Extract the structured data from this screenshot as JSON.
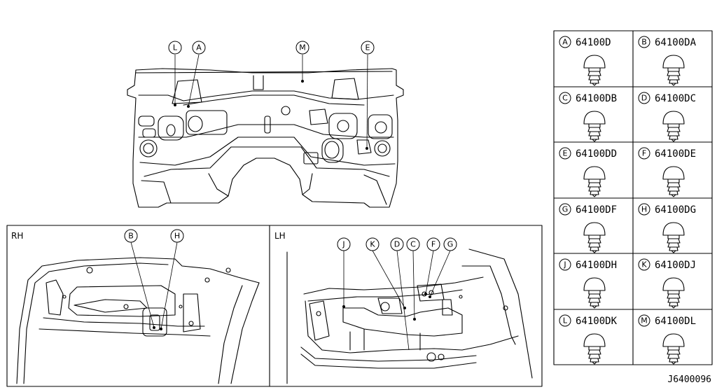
{
  "diagram": {
    "code": "J6400096",
    "panels": {
      "rh": "RH",
      "lh": "LH"
    },
    "callouts": {
      "top": [
        "L",
        "A",
        "M",
        "E"
      ],
      "rh": [
        "B",
        "H"
      ],
      "lh": [
        "J",
        "K",
        "D",
        "C",
        "F",
        "G"
      ]
    }
  },
  "parts": [
    {
      "letter": "A",
      "part_no": "64100D"
    },
    {
      "letter": "B",
      "part_no": "64100DA"
    },
    {
      "letter": "C",
      "part_no": "64100DB"
    },
    {
      "letter": "D",
      "part_no": "64100DC"
    },
    {
      "letter": "E",
      "part_no": "64100DD"
    },
    {
      "letter": "F",
      "part_no": "64100DE"
    },
    {
      "letter": "G",
      "part_no": "64100DF"
    },
    {
      "letter": "H",
      "part_no": "64100DG"
    },
    {
      "letter": "J",
      "part_no": "64100DH"
    },
    {
      "letter": "K",
      "part_no": "64100DJ"
    },
    {
      "letter": "L",
      "part_no": "64100DK"
    },
    {
      "letter": "M",
      "part_no": "64100DL"
    }
  ]
}
